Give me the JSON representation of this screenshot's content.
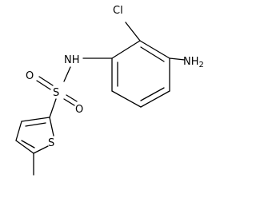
{
  "molecule": {
    "atoms": {
      "chlorine": "Cl",
      "amine": "NH2",
      "sulfonamide_nh": "NH",
      "sulfur_sulfonyl": "S",
      "oxygen_top": "O",
      "oxygen_bottom": "O",
      "sulfur_thiophene": "S"
    }
  }
}
